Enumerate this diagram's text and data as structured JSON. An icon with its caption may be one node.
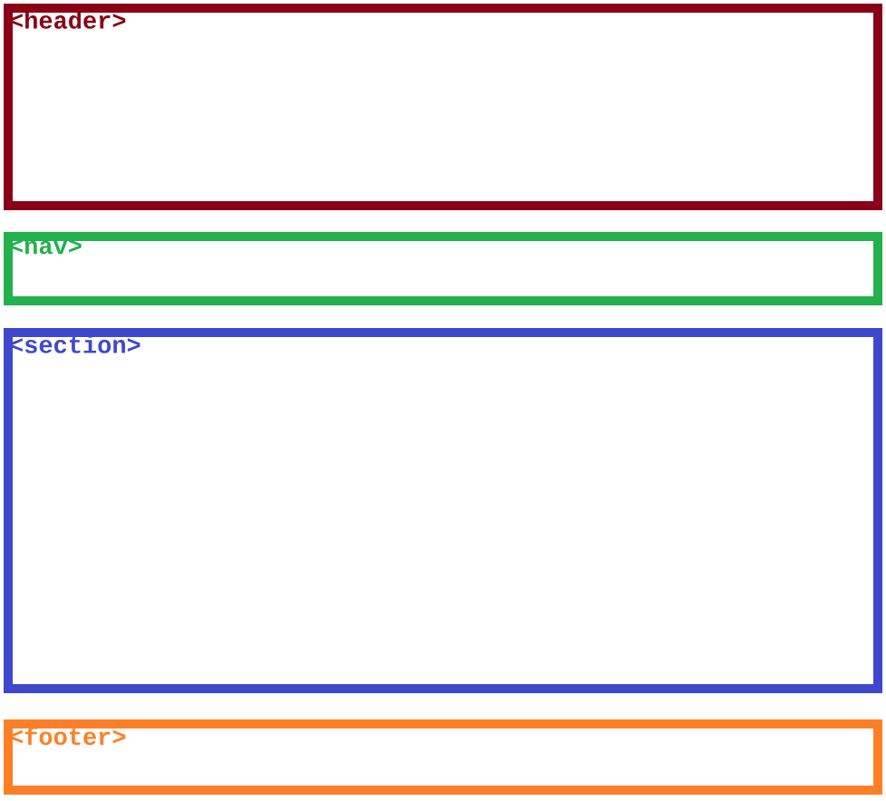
{
  "diagram": {
    "nodes": [
      {
        "text": [
          "<header>"
        ]
      },
      {
        "text": [
          "<nav>"
        ]
      },
      {
        "text": [
          "<section>"
        ]
      },
      {
        "text": [
          "<footer>"
        ]
      }
    ]
  }
}
